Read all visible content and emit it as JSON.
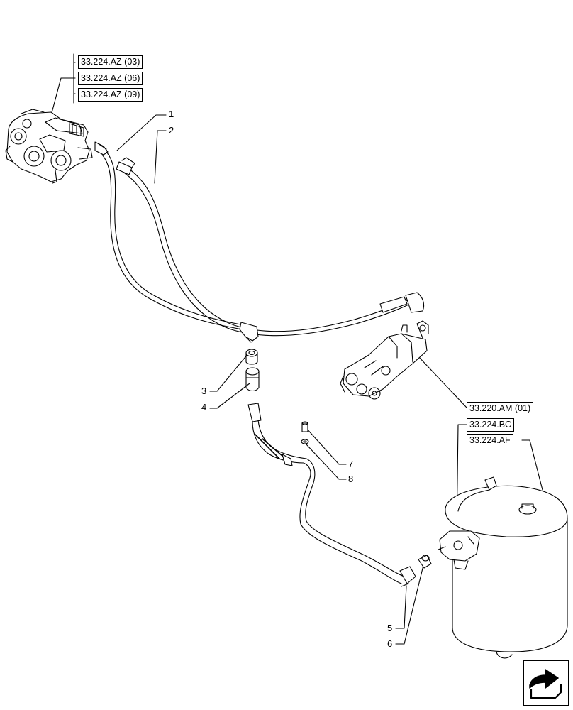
{
  "references": {
    "az_03": "33.224.AZ (03)",
    "az_06": "33.224.AZ (06)",
    "az_09": "33.224.AZ (09)",
    "am_01": "33.220.AM (01)",
    "bc": "33.224.BC",
    "af": "33.224.AF"
  },
  "callouts": {
    "c1": "1",
    "c2": "2",
    "c3": "3",
    "c4": "4",
    "c5": "5",
    "c6": "6",
    "c7": "7",
    "c8": "8"
  },
  "icons": {
    "nav": "next-page-arrow-icon"
  },
  "colors": {
    "line": "#000000",
    "background": "#ffffff"
  }
}
